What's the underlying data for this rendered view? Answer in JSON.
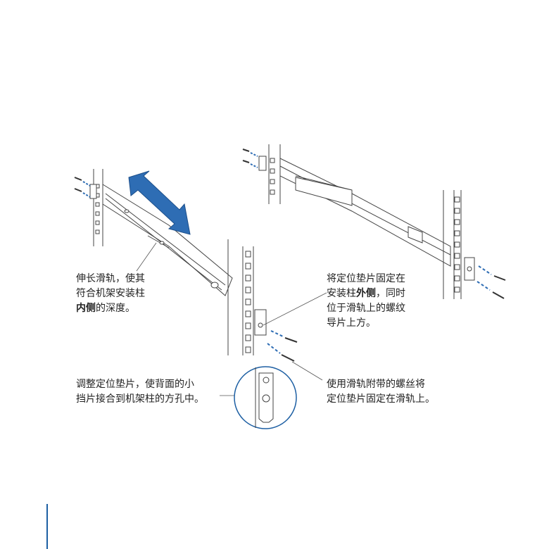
{
  "captions": {
    "extend_rail": {
      "line1": "伸长滑轨，使其",
      "line2": "符合机架安装柱",
      "line3_bold": "内侧",
      "line3_rest": "的深度。"
    },
    "fix_spacer": {
      "line1": "将定位垫片固定在",
      "line2_pre": "安装柱",
      "line2_bold": "外侧",
      "line2_post": "，同时",
      "line3": "位于滑轨上的螺纹",
      "line4": "导片上方。"
    },
    "adjust_spacer": {
      "line1": "调整定位垫片，使背面的小",
      "line2": "挡片接合到机架柱的方孔中。"
    },
    "use_screws": {
      "line1": "使用滑轨附带的螺丝将",
      "line2": "定位垫片固定在滑轨上。"
    }
  },
  "colors": {
    "accent_blue": "#1d5fa3",
    "arrow_blue": "#2e6db4",
    "line_gray": "#555555"
  }
}
